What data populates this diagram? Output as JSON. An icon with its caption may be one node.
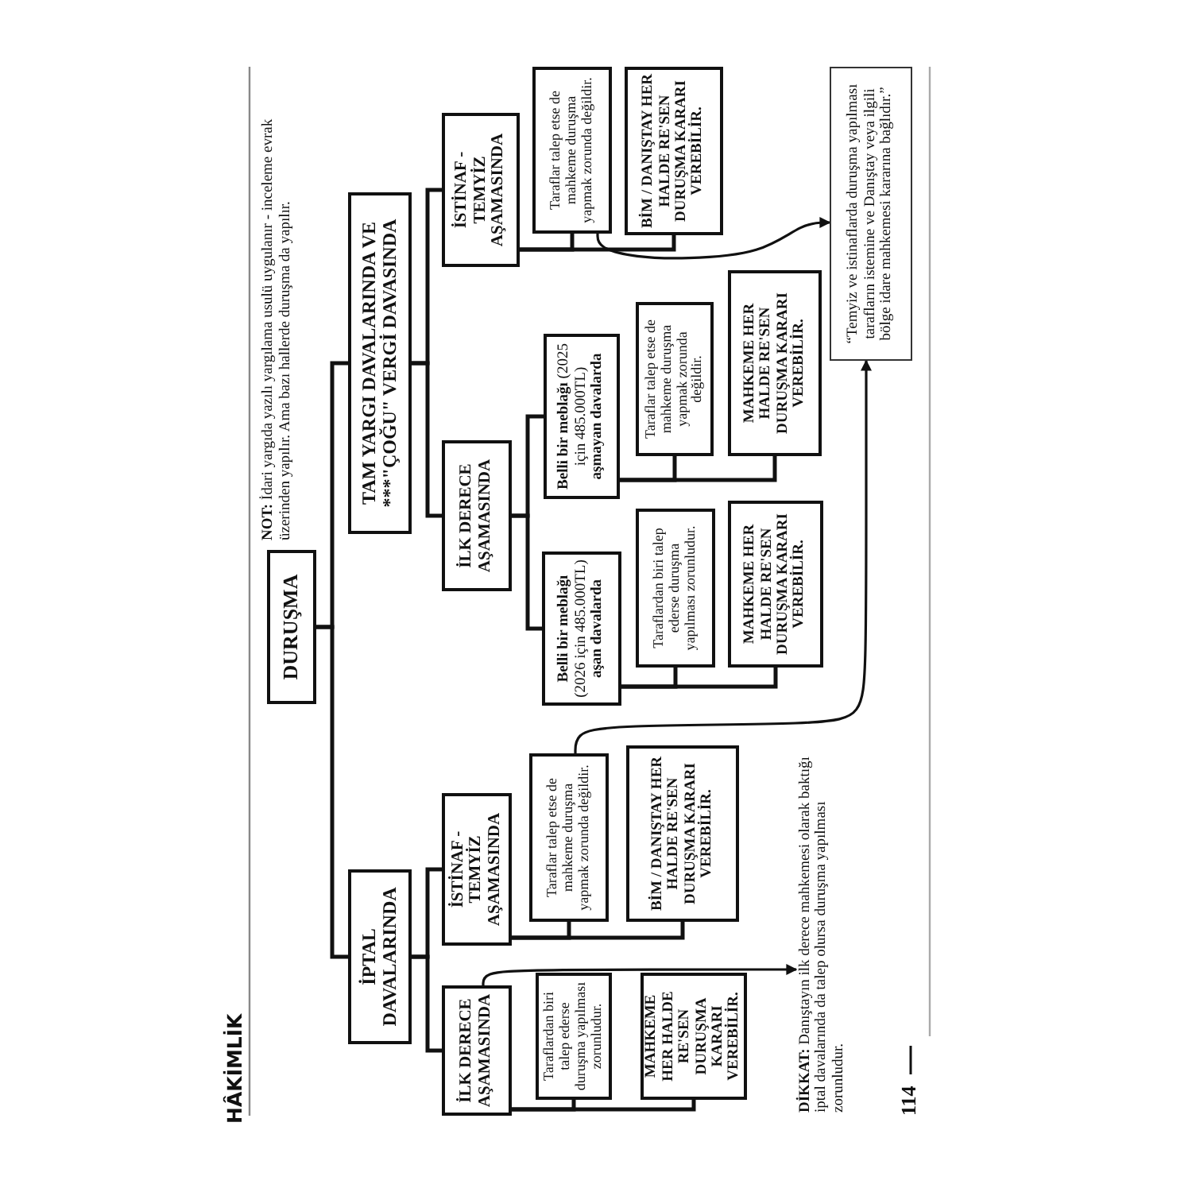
{
  "diagram": {
    "nodes": [
      {
        "text": [
          "DURUŞMA"
        ]
      },
      {
        "text": [
          "İPTAL DAVALARINDA"
        ]
      },
      {
        "text": [
          "TAM YARGI DAVALARINDA VE ***\"ÇOĞU\" VERGİ DAVASINDA"
        ]
      },
      {
        "text": [
          "İLK DERECE AŞAMASINDA"
        ]
      },
      {
        "text": [
          "İSTİNAF - TEMYİZ AŞAMASINDA"
        ]
      },
      {
        "text": [
          "Taraflardan biri talep ederse duruşma yapılması zorunludur."
        ]
      },
      {
        "text": [
          "MAHKEME HER HALDE RE'SEN DURUŞMA KARARI VEREBİLİR."
        ]
      },
      {
        "text": [
          "Taraflar talep etse de mahkeme duruşma yapmak zorunda değildir."
        ]
      },
      {
        "text": [
          "BİM / DANIŞTAY HER HALDE RE'SEN DURUŞMA KARARI VEREBİLİR."
        ]
      },
      {
        "text": [
          "İLK DERECE AŞAMASINDA"
        ]
      },
      {
        "text": [
          "İSTİNAF - TEMYİZ AŞAMASINDA"
        ]
      },
      {
        "text": [
          "**Belli bir meblağı** (2026 için 485.000TL) **aşan davalarda**"
        ]
      },
      {
        "text": [
          "**Belli bir meblağı** (2025 için 485.000TL) **aşmayan davalarda**"
        ]
      },
      {
        "text": [
          "Taraflardan biri talep ederse duruşma yapılması zorunludur."
        ]
      },
      {
        "text": [
          "MAHKEME HER HALDE RE'SEN DURUŞMA KARARI VEREBİLİR."
        ]
      },
      {
        "text": [
          "Taraflar talep etse de mahkeme duruşma yapmak zorunda değildir."
        ]
      },
      {
        "text": [
          "MAHKEME HER HALDE RE'SEN DURUŞMA KARARI VEREBİLİR."
        ]
      },
      {
        "text": [
          "Taraflar talep etse de mahkeme duruşma yapmak zorunda değildir."
        ]
      },
      {
        "text": [
          "BİM / DANIŞTAY HER HALDE RE'SEN DURUŞMA KARARI VEREBİLİR."
        ]
      },
      {
        "text": [
          "“Temyiz ve istinaflarda duruşma yapılması tarafların istemine ve Danıştay veya ilgili bölge idare mahkemesi kararına bağlıdır.”"
        ]
      },
      {
        "text": [
          "**DİKKAT:** Danıştayın ilk derece mahkemesi olarak baktığı iptal davalarında da talep olursa duruşma yapılması zorunludur."
        ]
      }
    ],
    "edges": [
      {
        "from": 0,
        "to": 1,
        "arrow": "none"
      },
      {
        "from": 0,
        "to": 2,
        "arrow": "none"
      },
      {
        "from": 1,
        "to": 3,
        "arrow": "none"
      },
      {
        "from": 1,
        "to": 4,
        "arrow": "none"
      },
      {
        "from": 3,
        "to": 5,
        "arrow": "none"
      },
      {
        "from": 3,
        "to": 6,
        "arrow": "none"
      },
      {
        "from": 4,
        "to": 7,
        "arrow": "none"
      },
      {
        "from": 4,
        "to": 8,
        "arrow": "none"
      },
      {
        "from": 2,
        "to": 9,
        "arrow": "none"
      },
      {
        "from": 2,
        "to": 10,
        "arrow": "none"
      },
      {
        "from": 9,
        "to": 11,
        "arrow": "none"
      },
      {
        "from": 9,
        "to": 12,
        "arrow": "none"
      },
      {
        "from": 11,
        "to": 13,
        "arrow": "none"
      },
      {
        "from": 11,
        "to": 14,
        "arrow": "none"
      },
      {
        "from": 12,
        "to": 15,
        "arrow": "none"
      },
      {
        "from": 12,
        "to": 16,
        "arrow": "none"
      },
      {
        "from": 10,
        "to": 17,
        "arrow": "none"
      },
      {
        "from": 10,
        "to": 18,
        "arrow": "none"
      },
      {
        "from": 3,
        "to": 20,
        "arrow": "to"
      },
      {
        "from": 7,
        "to": 19,
        "arrow": "to"
      },
      {
        "from": 17,
        "to": 19,
        "arrow": "to"
      }
    ],
    "labels": [
      "HÂKİMLİK",
      "**NOT:** İdari yargıda yazılı yargılama usulü uygulanır - inceleme evrak üzerinden yapılır. Ama bazı hallerde duruşma da yapılır.",
      "114"
    ]
  }
}
